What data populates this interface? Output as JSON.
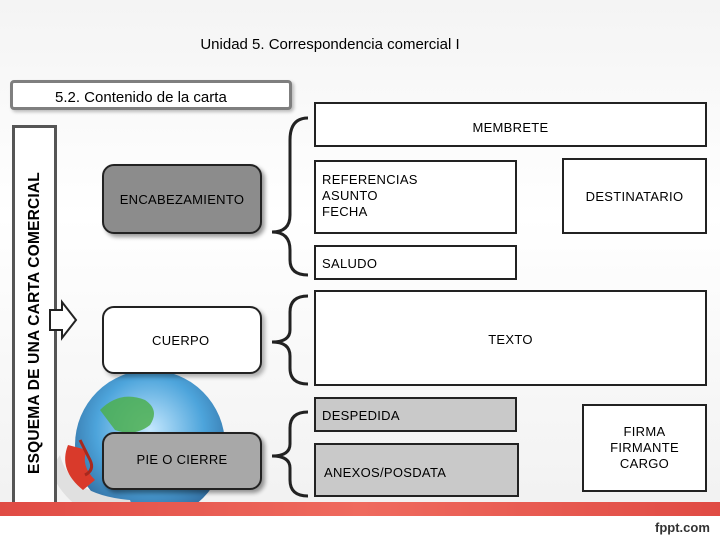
{
  "header": {
    "title": "Unidad 5. Correspondencia comercial I"
  },
  "section": {
    "title": "5.2. Contenido de la carta"
  },
  "side_label": "ESQUEMA DE UNA CARTA COMERCIAL",
  "parts": {
    "encabezamiento": "ENCABEZAMIENTO",
    "cuerpo": "CUERPO",
    "pie": "PIE O CIERRE"
  },
  "elements": {
    "membrete": "MEMBRETE",
    "referencias": [
      "REFERENCIAS",
      "ASUNTO",
      "FECHA"
    ],
    "destinatario": "DESTINATARIO",
    "saludo": "SALUDO",
    "texto": "TEXTO",
    "despedida": "DESPEDIDA",
    "anexos": "ANEXOS/POSDATA",
    "firma": [
      "FIRMA",
      "FIRMANTE",
      "CARGO"
    ]
  },
  "footer": {
    "logo": "fppt.com"
  },
  "colors": {
    "accent": "#e04b44",
    "grey_box": "#8c8c8c",
    "light_grey_box": "#c9c9c9"
  }
}
